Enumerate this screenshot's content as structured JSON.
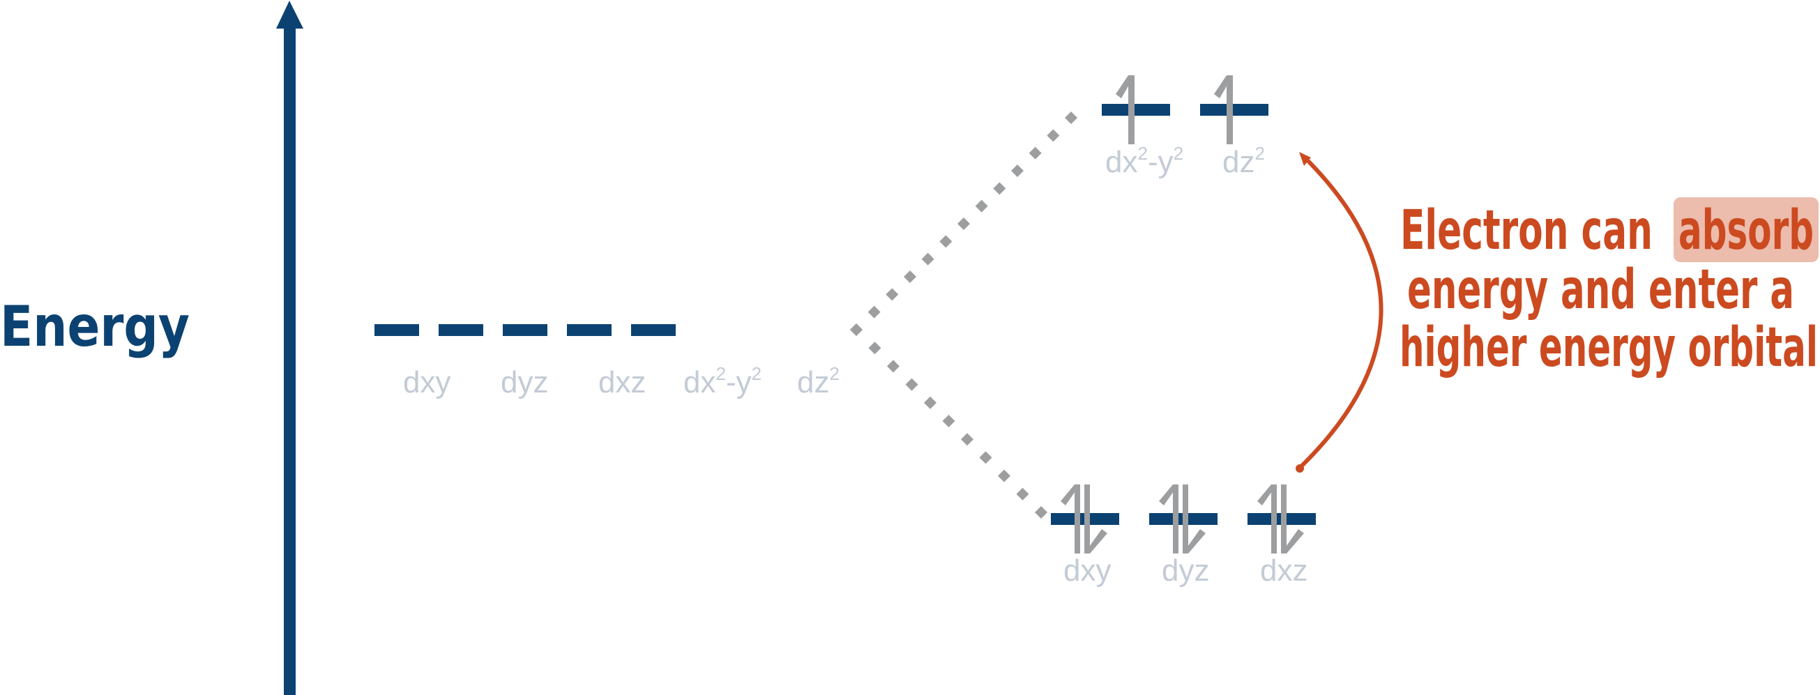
{
  "colors": {
    "navy": "#0b4272",
    "orbital_label": "#c3cbd6",
    "electron": "#9d9ea0",
    "dotted_line": "#9d9ea0",
    "annotation": "#cc4a20",
    "highlight": "#ecbcad"
  },
  "axis": {
    "label": "Energy",
    "arrow_icon": "arrow-up-icon"
  },
  "degenerate_level": {
    "orbitals": [
      {
        "label_base": "dxy",
        "label_sup": ""
      },
      {
        "label_base": "dyz",
        "label_sup": ""
      },
      {
        "label_base": "dxz",
        "label_sup": ""
      },
      {
        "label_base": "dx",
        "label_sup": "2",
        "label_mid": "-y",
        "label_sup2": "2"
      },
      {
        "label_base": "dz",
        "label_sup": "2"
      }
    ]
  },
  "upper_level": {
    "orbitals": [
      {
        "label_base": "dx",
        "label_sup": "2",
        "label_mid": "-y",
        "label_sup2": "2",
        "electrons": [
          "up"
        ]
      },
      {
        "label_base": "dz",
        "label_sup": "2",
        "electrons": [
          "up"
        ]
      }
    ]
  },
  "lower_level": {
    "orbitals": [
      {
        "label_base": "dxy",
        "electrons": [
          "up",
          "down"
        ]
      },
      {
        "label_base": "dyz",
        "electrons": [
          "up",
          "down"
        ]
      },
      {
        "label_base": "dxz",
        "electrons": [
          "up",
          "down"
        ]
      }
    ]
  },
  "annotation": {
    "line1_pre": "Electron can ",
    "line1_highlight": "absorb",
    "line2": "energy and enter a",
    "line3": "higher energy orbital",
    "arrow_icon": "curved-arrow-icon"
  }
}
